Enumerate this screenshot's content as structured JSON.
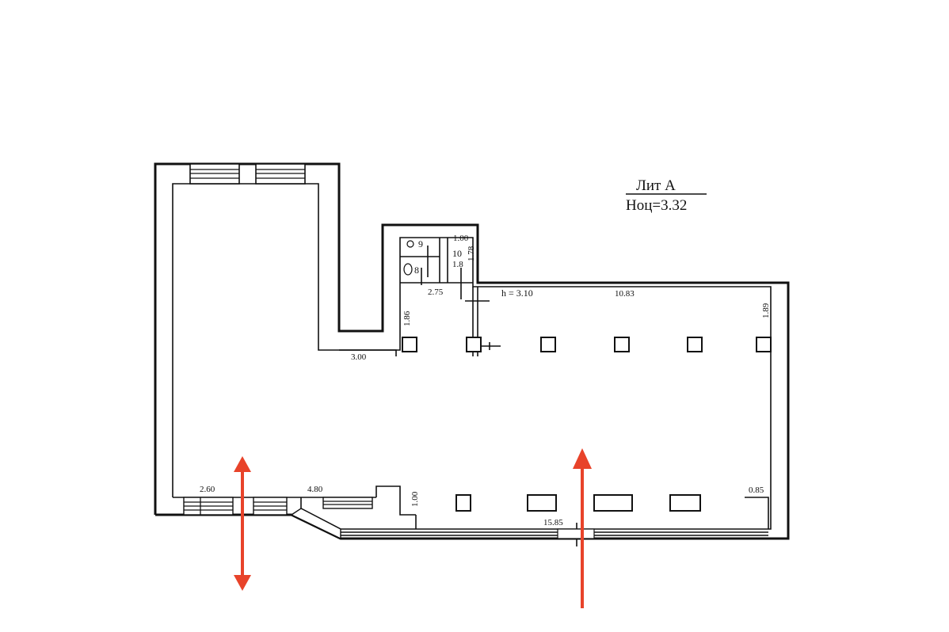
{
  "header": {
    "lit": "Лит А",
    "height_mark": "Ноц=3.32"
  },
  "rooms": {
    "r8": "8",
    "r9": "9",
    "r10": "10",
    "r10_area": "1.8"
  },
  "dimensions": {
    "d_1_00_top": "1.00",
    "d_1_78": "1.78",
    "d_2_75": "2.75",
    "d_h": "h = 3.10",
    "d_10_83": "10.83",
    "d_1_89": "1.89",
    "d_1_86": "1.86",
    "d_3_00": "3.00",
    "d_2_60": "2.60",
    "d_4_80": "4.80",
    "d_1_00_left": "1.00",
    "d_15_85": "15.85",
    "d_0_85": "0.85"
  },
  "colors": {
    "wall": "#111111",
    "arrow": "#e8432a",
    "background": "#ffffff"
  }
}
